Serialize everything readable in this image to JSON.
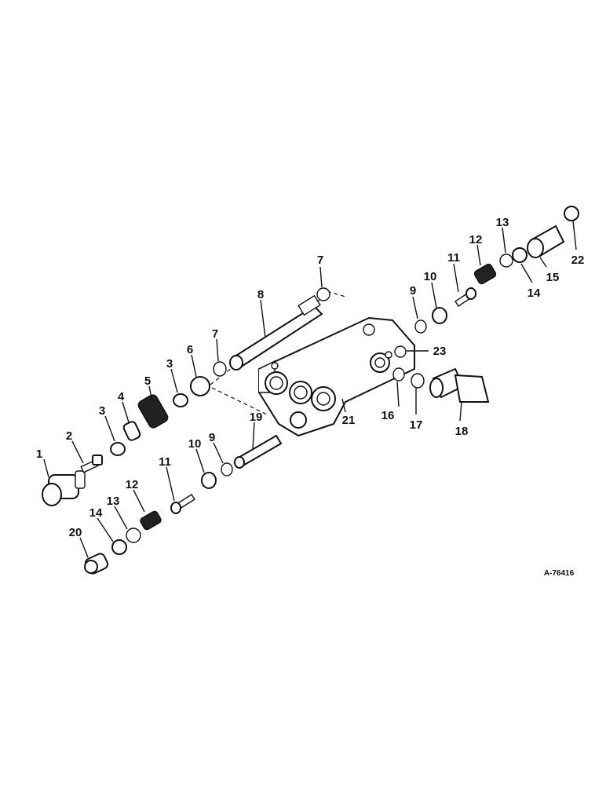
{
  "reference_code": "A-76416",
  "callouts": [
    "1",
    "2",
    "3",
    "4",
    "5",
    "3",
    "6",
    "7",
    "8",
    "7",
    "19",
    "10",
    "9",
    "11",
    "12",
    "13",
    "14",
    "20",
    "21",
    "9",
    "10",
    "11",
    "12",
    "13",
    "14",
    "15",
    "22",
    "23",
    "16",
    "17",
    "18"
  ]
}
